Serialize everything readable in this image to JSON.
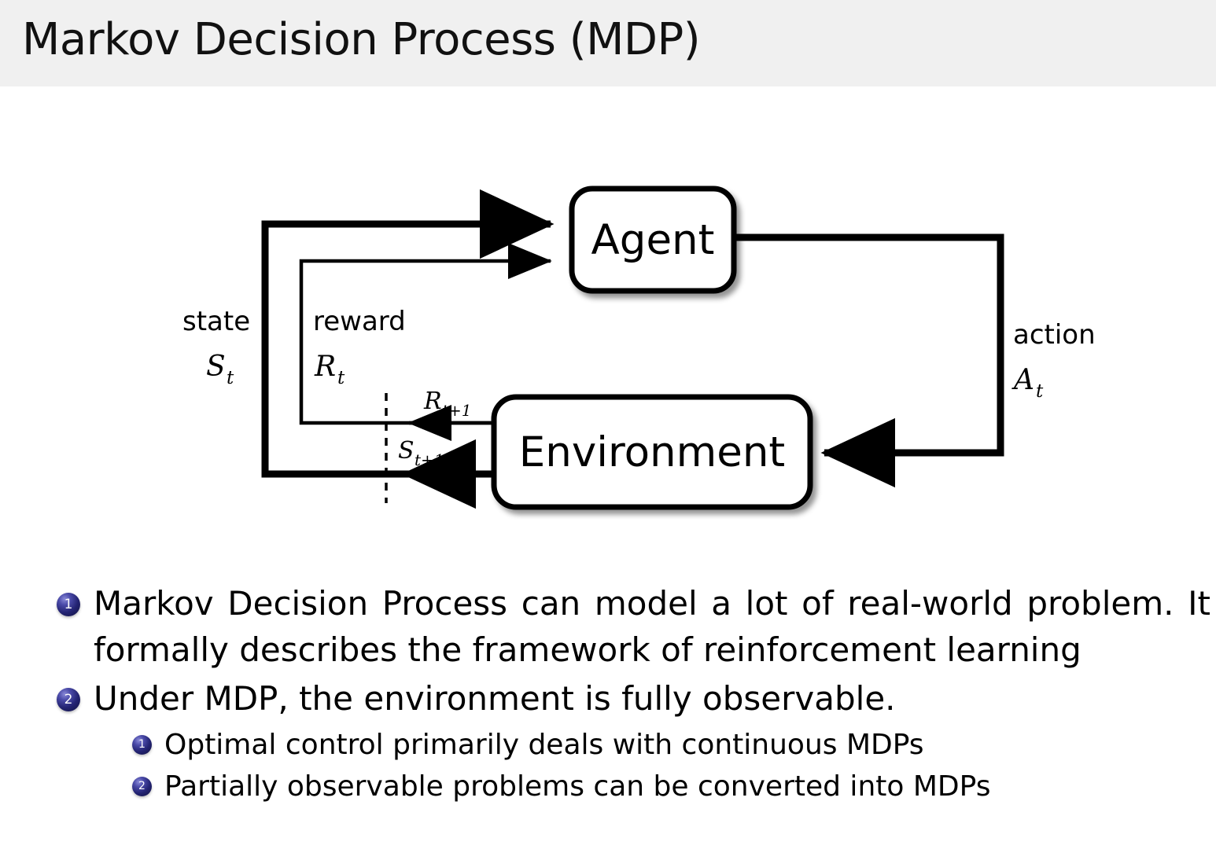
{
  "slide": {
    "title": "Markov Decision Process (MDP)",
    "header_background": "#f0f0f0",
    "background": "#ffffff"
  },
  "diagram": {
    "name": "agent-environment-interaction-loop",
    "nodes": [
      {
        "id": "agent",
        "label": "Agent"
      },
      {
        "id": "environment",
        "label": "Environment"
      }
    ],
    "edges": [
      {
        "id": "state",
        "word": "state",
        "symbol": "S",
        "symbol_sub": "t",
        "from": "environment",
        "to": "agent"
      },
      {
        "id": "reward",
        "word": "reward",
        "symbol": "R",
        "symbol_sub": "t",
        "from": "environment",
        "to": "agent"
      },
      {
        "id": "action",
        "word": "action",
        "symbol": "A",
        "symbol_sub": "t",
        "from": "agent",
        "to": "environment"
      },
      {
        "id": "reward-next",
        "word": "",
        "symbol": "R",
        "symbol_sub": "t+1",
        "from": "environment",
        "to": "time-boundary"
      },
      {
        "id": "state-next",
        "word": "",
        "symbol": "S",
        "symbol_sub": "t+1",
        "from": "environment",
        "to": "time-boundary"
      }
    ]
  },
  "bullets": [
    {
      "number": "1",
      "text": "Markov Decision Process can model a lot of real-world problem. It formally describes the framework of reinforcement learning",
      "children": []
    },
    {
      "number": "2",
      "text": "Under MDP, the environment is fully observable.",
      "children": [
        {
          "number": "1",
          "text": "Optimal control primarily deals with continuous MDPs"
        },
        {
          "number": "2",
          "text": "Partially observable problems can be converted into MDPs"
        }
      ]
    }
  ]
}
